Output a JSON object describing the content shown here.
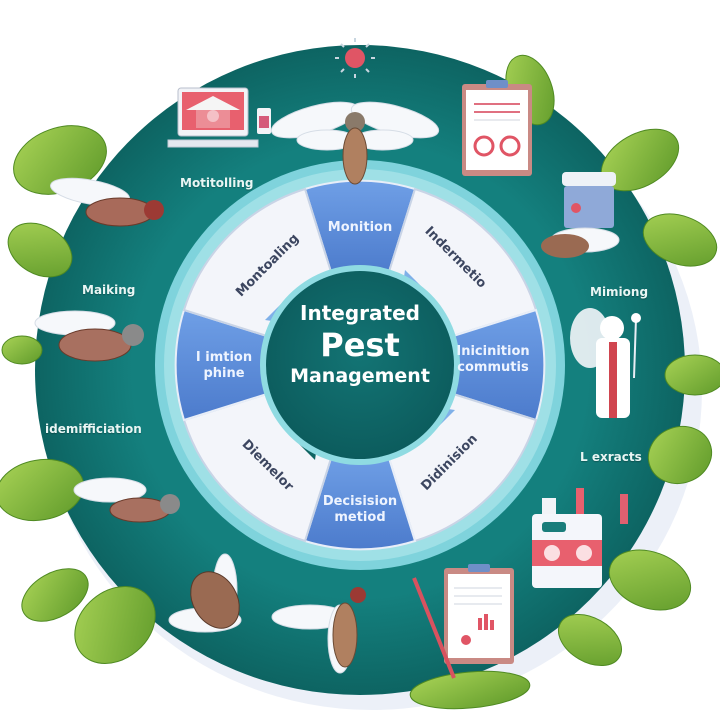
{
  "diagram": {
    "title": {
      "line1": "Integrated",
      "line2": "Pest",
      "line3": "Management"
    },
    "inner_ring_segments": [
      {
        "id": "top",
        "label": "Monition",
        "style": "blue"
      },
      {
        "id": "top-right",
        "label": "Indermetio",
        "style": "white"
      },
      {
        "id": "right",
        "label_line1": "Inicinition",
        "label_line2": "commutis",
        "style": "blue"
      },
      {
        "id": "bottom-right",
        "label": "Didinision",
        "style": "white"
      },
      {
        "id": "bottom",
        "label_line1": "Decisision",
        "label_line2": "metiod",
        "style": "blue"
      },
      {
        "id": "bottom-left",
        "label": "Diemelor",
        "style": "white"
      },
      {
        "id": "left",
        "label_line1": "I imtion",
        "label_line2": "phine",
        "style": "blue"
      },
      {
        "id": "top-left",
        "label": "Montoaling",
        "style": "white"
      }
    ],
    "outer_ring_labels": [
      {
        "id": "monitoring",
        "label": "Motitolling"
      },
      {
        "id": "making",
        "label": "Maiking"
      },
      {
        "id": "identification",
        "label": "idemifficiation"
      },
      {
        "id": "mimiong",
        "label": "Mimiong"
      },
      {
        "id": "extracts",
        "label": "L exracts"
      }
    ],
    "illustrations": [
      "computer-monitor-icon",
      "pill-bottle-icon",
      "sun-icon",
      "clipboard-chart-icon",
      "jar-icon",
      "scientist-icon",
      "spray-box-icon",
      "report-clipboard-icon",
      "mosquito-icon",
      "leaf-icon"
    ],
    "colors": {
      "outer_ring": "#127a78",
      "outer_ring_dark": "#0e6664",
      "cyan_band": "#7fd3dc",
      "segment_blue": "#5b8ddb",
      "segment_blue_dark": "#4a78c8",
      "segment_white": "#f4f6fb",
      "center": "#0f6a6a",
      "leaf": "#8cbf3f",
      "accent_red": "#e05565"
    }
  }
}
